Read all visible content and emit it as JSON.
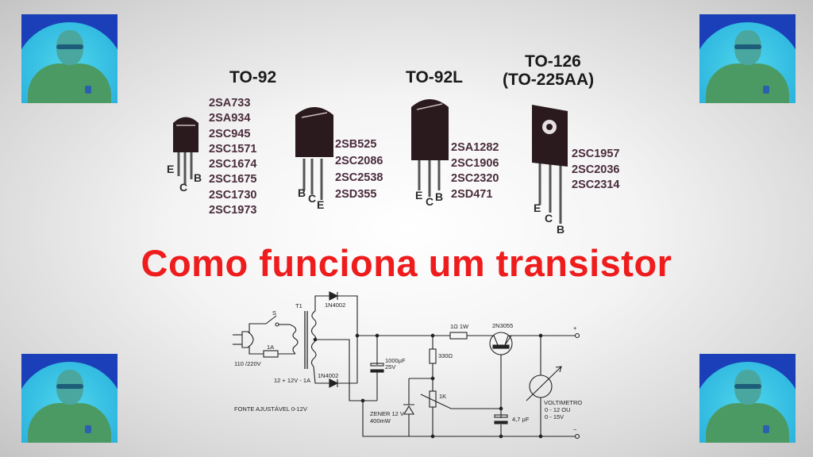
{
  "title": "Como funciona um transistor",
  "packages": [
    {
      "name": "TO-92",
      "parts": [
        "2SA733",
        "2SA934",
        "2SC945",
        "2SC1571",
        "2SC1674",
        "2SC1675",
        "2SC1730",
        "2SC1973"
      ],
      "pins": [
        "E",
        "C",
        "B"
      ]
    },
    {
      "name": "",
      "parts": [
        "2SB525",
        "2SC2086",
        "2SC2538",
        "2SD355"
      ],
      "pins": [
        "B",
        "C",
        "E"
      ]
    },
    {
      "name": "TO-92L",
      "parts": [
        "2SA1282",
        "2SC1906",
        "2SC2320",
        "2SD471"
      ],
      "pins": [
        "E",
        "C",
        "B"
      ]
    },
    {
      "name": "TO-126",
      "subname": "(TO-225AA)",
      "parts": [
        "2SC1957",
        "2SC2036",
        "2SC2314"
      ],
      "pins": [
        "E",
        "C",
        "B"
      ]
    }
  ],
  "schematic": {
    "switch": "S",
    "transformer": "T1",
    "fuse": "1A",
    "mains": "110 /220V",
    "secondary": "12 + 12V - 1A",
    "diode_top": "1N4002",
    "diode_bottom": "1N4002",
    "capacitor": "1000µF",
    "capacitor_voltage": "25V",
    "zener": "ZENER 12 V",
    "zener_power": "400mW",
    "resistor_series": "1Ω 1W",
    "resistor_330": "330Ω",
    "pot": "1K",
    "transistor": "2N3055",
    "cap_small": "4,7 µF",
    "voltmeter": "VOLTIMETRO",
    "voltmeter_range1": "0 - 12  OU",
    "voltmeter_range2": "0 - 15V",
    "plus": "+",
    "minus": "−",
    "caption": "FONTE  AJUSTÁVEL  0-12V"
  },
  "colors": {
    "title": "#ee1c1c",
    "avatar_bg": "#1b3fb8",
    "parts_text": "#4a2c3c"
  }
}
